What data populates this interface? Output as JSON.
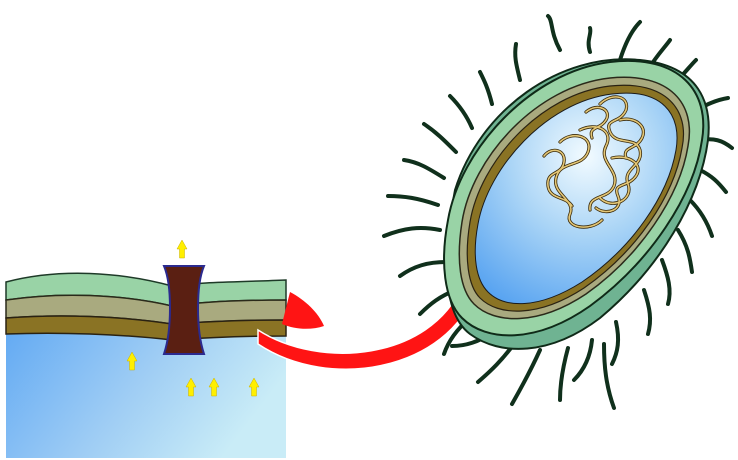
{
  "diagram": {
    "type": "bacterium-cell-envelope-illustration",
    "panels": [
      "membrane-cross-section",
      "bacterium-cell"
    ],
    "colors": {
      "background": "#ffffff",
      "cytoplasm_light": "#d8f0fb",
      "cytoplasm_dark": "#5aa6f2",
      "outer_layer": "#99d3a6",
      "middle_layer": "#a9aa7f",
      "inner_layer": "#8a7324",
      "channel_protein": "#5a1f12",
      "channel_outline": "#2b2a8f",
      "arrow": "#ff1414",
      "particles": "#ffef00",
      "flagella": "#10301c",
      "dna": "#e4c777"
    },
    "icons": [
      "up-arrow-particle",
      "curved-arrow",
      "flagellum",
      "nucleoid-dna"
    ]
  }
}
